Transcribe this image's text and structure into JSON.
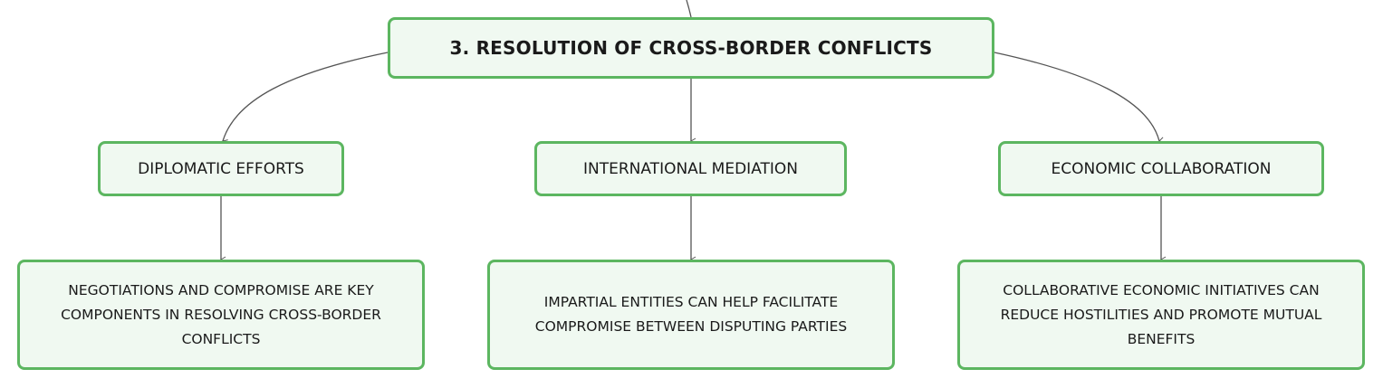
{
  "diagram": {
    "root": {
      "label": "3. RESOLUTION OF CROSS-BORDER CONFLICTS"
    },
    "branches": [
      {
        "label": "DIPLOMATIC EFFORTS",
        "detail": "NEGOTIATIONS AND COMPROMISE ARE KEY COMPONENTS IN RESOLVING CROSS-BORDER CONFLICTS"
      },
      {
        "label": "INTERNATIONAL MEDIATION",
        "detail": "IMPARTIAL ENTITIES CAN HELP FACILITATE COMPROMISE BETWEEN DISPUTING PARTIES"
      },
      {
        "label": "ECONOMIC COLLABORATION",
        "detail": "COLLABORATIVE ECONOMIC INITIATIVES CAN REDUCE HOSTILITIES AND PROMOTE MUTUAL BENEFITS"
      }
    ],
    "colors": {
      "node_border": "#5cb660",
      "node_fill": "#f0f9f1",
      "connector": "#555555",
      "text": "#1a1a1a"
    }
  }
}
